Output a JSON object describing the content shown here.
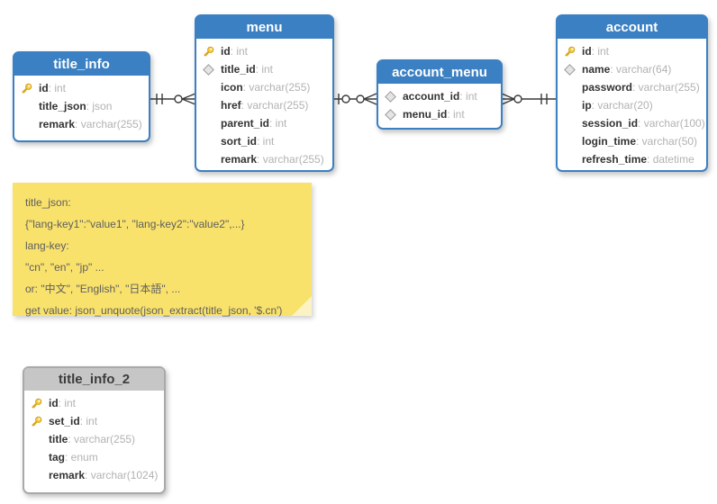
{
  "colors": {
    "table_header_blue": "#3b80c2",
    "table_header_gray": "#c6c6c6",
    "table_body": "#ffffff",
    "field_name": "#333333",
    "field_type": "#b2b2b2",
    "note_background": "#f9e26c",
    "note_text": "#5e5e5e",
    "connector": "#3a3a3a",
    "key_icon_gold": "#f7cf3a"
  },
  "tables": [
    {
      "title": "title_info",
      "theme": "blue",
      "fields": [
        {
          "icon": "primary-key",
          "name": "id",
          "type": ": int"
        },
        {
          "icon": "none",
          "name": "title_json",
          "type": ": json"
        },
        {
          "icon": "none",
          "name": "remark",
          "type": ": varchar(255)"
        }
      ]
    },
    {
      "title": "menu",
      "theme": "blue",
      "fields": [
        {
          "icon": "primary-key",
          "name": "id",
          "type": ": int"
        },
        {
          "icon": "foreign-key",
          "name": "title_id",
          "type": ": int"
        },
        {
          "icon": "none",
          "name": "icon",
          "type": ": varchar(255)"
        },
        {
          "icon": "none",
          "name": "href",
          "type": ": varchar(255)"
        },
        {
          "icon": "none",
          "name": "parent_id",
          "type": ": int"
        },
        {
          "icon": "none",
          "name": "sort_id",
          "type": ": int"
        },
        {
          "icon": "none",
          "name": "remark",
          "type": ": varchar(255)"
        }
      ]
    },
    {
      "title": "account_menu",
      "theme": "blue",
      "fields": [
        {
          "icon": "foreign-key",
          "name": "account_id",
          "type": ": int"
        },
        {
          "icon": "foreign-key",
          "name": "menu_id",
          "type": ": int"
        }
      ]
    },
    {
      "title": "account",
      "theme": "blue",
      "fields": [
        {
          "icon": "primary-key",
          "name": "id",
          "type": ": int"
        },
        {
          "icon": "foreign-key",
          "name": "name",
          "type": ": varchar(64)"
        },
        {
          "icon": "none",
          "name": "password",
          "type": ": varchar(255)"
        },
        {
          "icon": "none",
          "name": "ip",
          "type": ": varchar(20)"
        },
        {
          "icon": "none",
          "name": "session_id",
          "type": ": varchar(100)"
        },
        {
          "icon": "none",
          "name": "login_time",
          "type": ": varchar(50)"
        },
        {
          "icon": "none",
          "name": "refresh_time",
          "type": ": datetime"
        }
      ]
    },
    {
      "title": "title_info_2",
      "theme": "gray",
      "fields": [
        {
          "icon": "primary-key",
          "name": "id",
          "type": ": int"
        },
        {
          "icon": "primary-key",
          "name": "set_id",
          "type": ": int"
        },
        {
          "icon": "none",
          "name": "title",
          "type": ": varchar(255)"
        },
        {
          "icon": "none",
          "name": "tag",
          "type": ": enum"
        },
        {
          "icon": "none",
          "name": "remark",
          "type": ": varchar(1024)"
        }
      ]
    }
  ],
  "note": {
    "lines": [
      "title_json:",
      "{\"lang-key1\":\"value1\", \"lang-key2\":\"value2\",...}",
      "lang-key:",
      "\"cn\", \"en\", \"jp\" ...",
      "or: \"中文\", \"English\", \"日本語\", ...",
      "get value: json_unquote(json_extract(title_json, '$.cn')"
    ]
  },
  "relationships": [
    {
      "from_table": "title_info",
      "from_cardinality": "exactly-one",
      "to_table": "menu",
      "to_cardinality": "zero-or-many"
    },
    {
      "from_table": "menu",
      "from_cardinality": "zero-or-one",
      "to_table": "account_menu",
      "to_cardinality": "zero-or-many"
    },
    {
      "from_table": "account",
      "from_cardinality": "exactly-one",
      "to_table": "account_menu",
      "to_cardinality": "zero-or-many"
    }
  ]
}
